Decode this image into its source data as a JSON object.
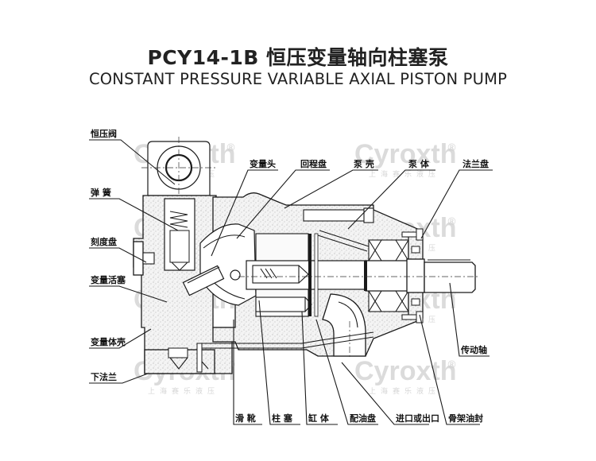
{
  "title": {
    "chinese": "PCY14-1B 恒压变量轴向柱塞泵",
    "english": "CONSTANT PRESSURE VARIABLE AXIAL PISTON PUMP"
  },
  "watermark": {
    "brand": "Cyroxth",
    "registered": "®",
    "subtitle": "上海赛乐液压"
  },
  "labels": {
    "left": [
      {
        "id": "constant-pressure-valve",
        "text": "恒压阀"
      },
      {
        "id": "spring",
        "text": "弹 簧"
      },
      {
        "id": "scale-disc",
        "text": "刻度盘"
      },
      {
        "id": "variable-piston",
        "text": "变量活塞"
      },
      {
        "id": "variable-housing",
        "text": "变量体壳"
      },
      {
        "id": "lower-flange",
        "text": "下法兰"
      }
    ],
    "top": [
      {
        "id": "variable-head",
        "text": "变量头"
      },
      {
        "id": "return-plate",
        "text": "回程盘"
      },
      {
        "id": "pump-casing",
        "text": "泵 壳"
      },
      {
        "id": "pump-body",
        "text": "泵 体"
      },
      {
        "id": "flange-plate",
        "text": "法兰盘"
      }
    ],
    "right": [
      {
        "id": "drive-shaft",
        "text": "传动轴"
      }
    ],
    "bottom": [
      {
        "id": "slipper",
        "text": "滑 靴"
      },
      {
        "id": "plunger",
        "text": "柱 塞"
      },
      {
        "id": "cylinder-block",
        "text": "缸 体"
      },
      {
        "id": "valve-plate",
        "text": "配油盘"
      },
      {
        "id": "inlet-outlet",
        "text": "进口或出口"
      },
      {
        "id": "skeleton-oil-seal",
        "text": "骨架油封"
      }
    ]
  }
}
